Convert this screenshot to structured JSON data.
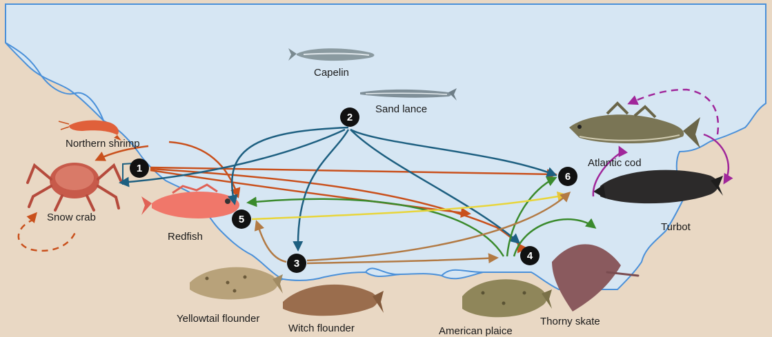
{
  "species": {
    "capelin": "Capelin",
    "sand_lance": "Sand lance",
    "northern_shrimp": "Northern shrimp",
    "snow_crab": "Snow crab",
    "redfish": "Redfish",
    "atlantic_cod": "Atlantic cod",
    "turbot": "Turbot",
    "yellowtail_flounder": "Yellowtail flounder",
    "witch_flounder": "Witch flounder",
    "american_plaice": "American plaice",
    "thorny_skate": "Thorny skate"
  },
  "markers": [
    "1",
    "2",
    "3",
    "4",
    "5",
    "6"
  ],
  "colors": {
    "ocean": "#d6e6f3",
    "land": "#e9d8c4",
    "shore": "#4a90d9",
    "orange": "#c9501c",
    "teal": "#1d5f80",
    "green": "#3a8a2c",
    "yellow": "#e8d53a",
    "tan": "#b27a44",
    "purple": "#a0269a",
    "marker": "#111111"
  }
}
